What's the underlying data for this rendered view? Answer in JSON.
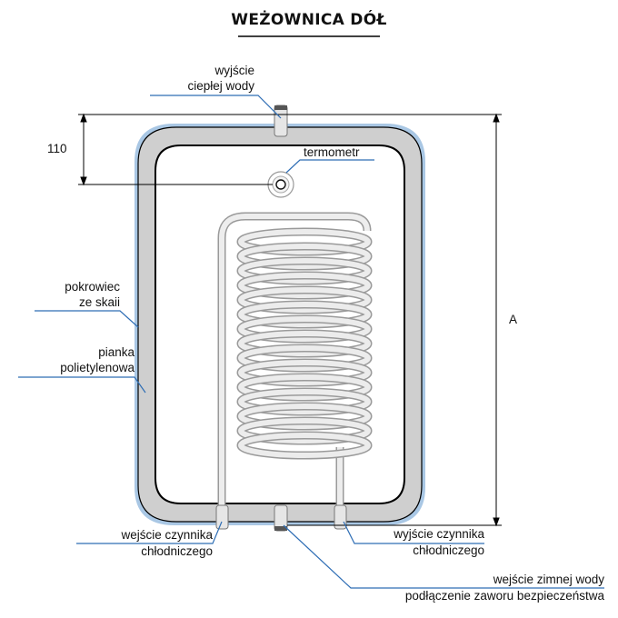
{
  "title": "WEŻOWNICA DÓŁ",
  "labels": {
    "hot_water_out_1": "wyjście",
    "hot_water_out_2": "ciepłej wody",
    "dimension_110": "110",
    "thermometer": "termometr",
    "dimension_a": "A",
    "cover_1": "pokrowiec",
    "cover_2": "ze skaii",
    "foam_1": "pianka",
    "foam_2": "polietylenowa",
    "refrigerant_in_1": "wejście czynnika",
    "refrigerant_in_2": "chłodniczego",
    "refrigerant_out_1": "wyjście czynnika",
    "refrigerant_out_2": "chłodniczego",
    "cold_water_in_1": "wejście zimnej wody",
    "cold_water_in_2": "podłączenie zaworu bezpieczeństwa"
  },
  "colors": {
    "outer_jacket": "#a9c7e4",
    "foam_layer": "#cfcfcf",
    "inner_tank": "#ffffff",
    "tank_outline": "#000000",
    "leader_lines": "#2f6eb5",
    "coil": "#d8d8d8"
  }
}
